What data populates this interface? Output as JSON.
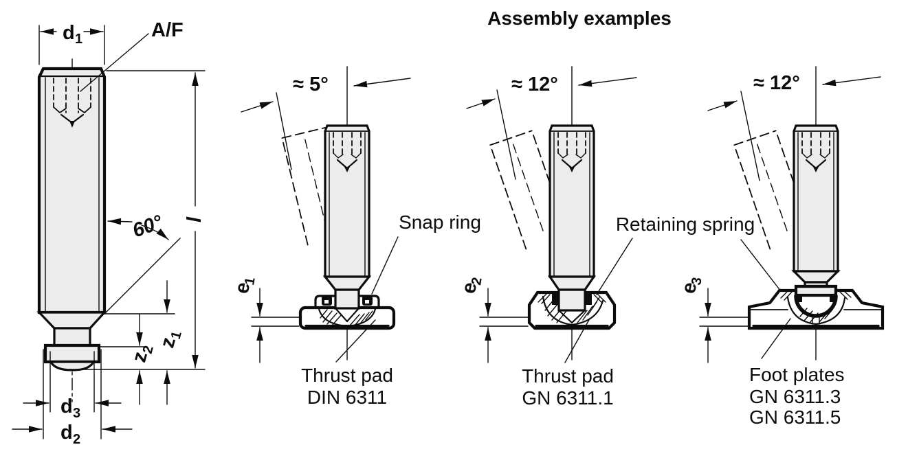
{
  "title": "Assembly examples",
  "colors": {
    "line": "#0c0c0c",
    "screw_fill": "#ececec",
    "background": "#ffffff"
  },
  "main_view": {
    "dimensions": {
      "d1": {
        "base": "d",
        "sub": "1"
      },
      "af": "A/F",
      "angle60": "60°",
      "l": "l",
      "z1": {
        "base": "z",
        "sub": "1"
      },
      "z2": {
        "base": "z",
        "sub": "2"
      },
      "d3": {
        "base": "d",
        "sub": "3"
      },
      "d2": {
        "base": "d",
        "sub": "2"
      }
    }
  },
  "assemblies": [
    {
      "tilt": "≈ 5°",
      "e": {
        "base": "e",
        "sub": "1"
      },
      "callout": "Snap ring",
      "caption_lines": [
        "Thrust pad",
        "DIN 6311"
      ]
    },
    {
      "tilt": "≈ 12°",
      "e": {
        "base": "e",
        "sub": "2"
      },
      "callout": "Retaining spring",
      "caption_lines": [
        "Thrust pad",
        "GN 6311.1"
      ]
    },
    {
      "tilt": "≈ 12°",
      "e": {
        "base": "e",
        "sub": "3"
      },
      "caption_lines": [
        "Foot plates",
        "GN 6311.3",
        "GN 6311.5"
      ]
    }
  ]
}
